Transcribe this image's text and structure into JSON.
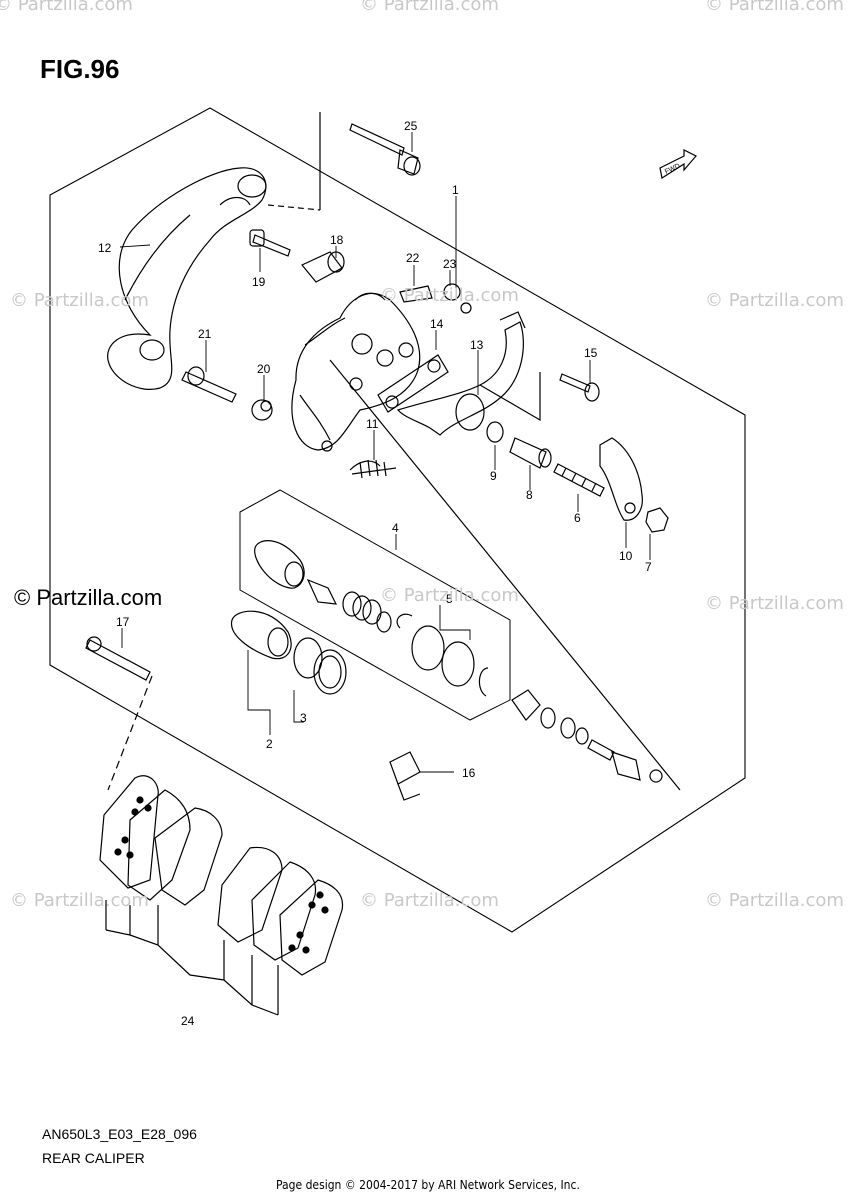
{
  "figure": {
    "title": "FIG.96",
    "code": "AN650L3_E03_E28_096",
    "caption": "REAR CALIPER"
  },
  "footer": "Page design © 2004-2017 by ARI Network Services, Inc.",
  "watermark": {
    "text": "© Partzilla.com",
    "featured_text": "© Partzilla.com"
  },
  "fwd_label": "FWD",
  "callouts": [
    "1",
    "2",
    "3",
    "4",
    "5",
    "6",
    "7",
    "8",
    "9",
    "10",
    "11",
    "12",
    "13",
    "14",
    "15",
    "16",
    "17",
    "18",
    "19",
    "20",
    "21",
    "22",
    "23",
    "24",
    "25"
  ]
}
